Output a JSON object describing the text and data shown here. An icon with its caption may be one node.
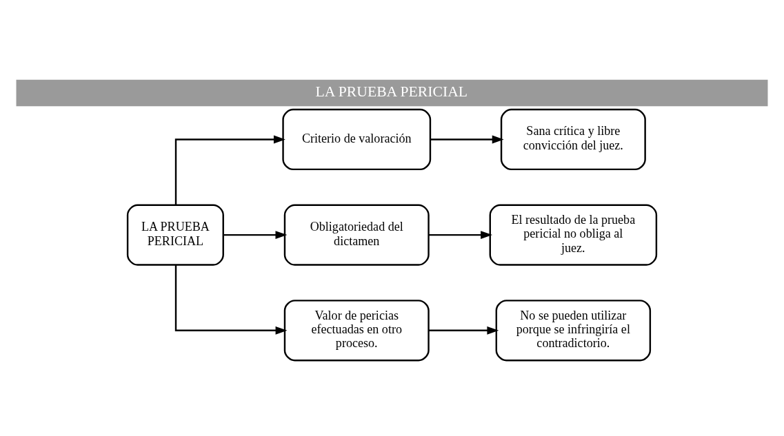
{
  "diagram": {
    "title": "LA PRUEBA PERICIAL",
    "nodes": [
      {
        "text": [
          "LA PRUEBA PERICIAL"
        ]
      },
      {
        "text": [
          "Criterio de valoración"
        ]
      },
      {
        "text": [
          "Obligatoriedad del dictamen"
        ]
      },
      {
        "text": [
          "Valor de pericias efectuadas en otro proceso."
        ]
      },
      {
        "text": [
          "Sana crítica y libre convicción del juez."
        ]
      },
      {
        "text": [
          "El resultado de la prueba pericial no obliga al juez."
        ]
      },
      {
        "text": [
          "No se pueden utilizar porque se infringiría el contradictorio."
        ]
      }
    ],
    "edges": [
      {
        "from": 0,
        "to": 1,
        "arrow": "to"
      },
      {
        "from": 0,
        "to": 2,
        "arrow": "to"
      },
      {
        "from": 0,
        "to": 3,
        "arrow": "to"
      },
      {
        "from": 1,
        "to": 4,
        "arrow": "to"
      },
      {
        "from": 2,
        "to": 5,
        "arrow": "to"
      },
      {
        "from": 3,
        "to": 6,
        "arrow": "to"
      }
    ]
  }
}
